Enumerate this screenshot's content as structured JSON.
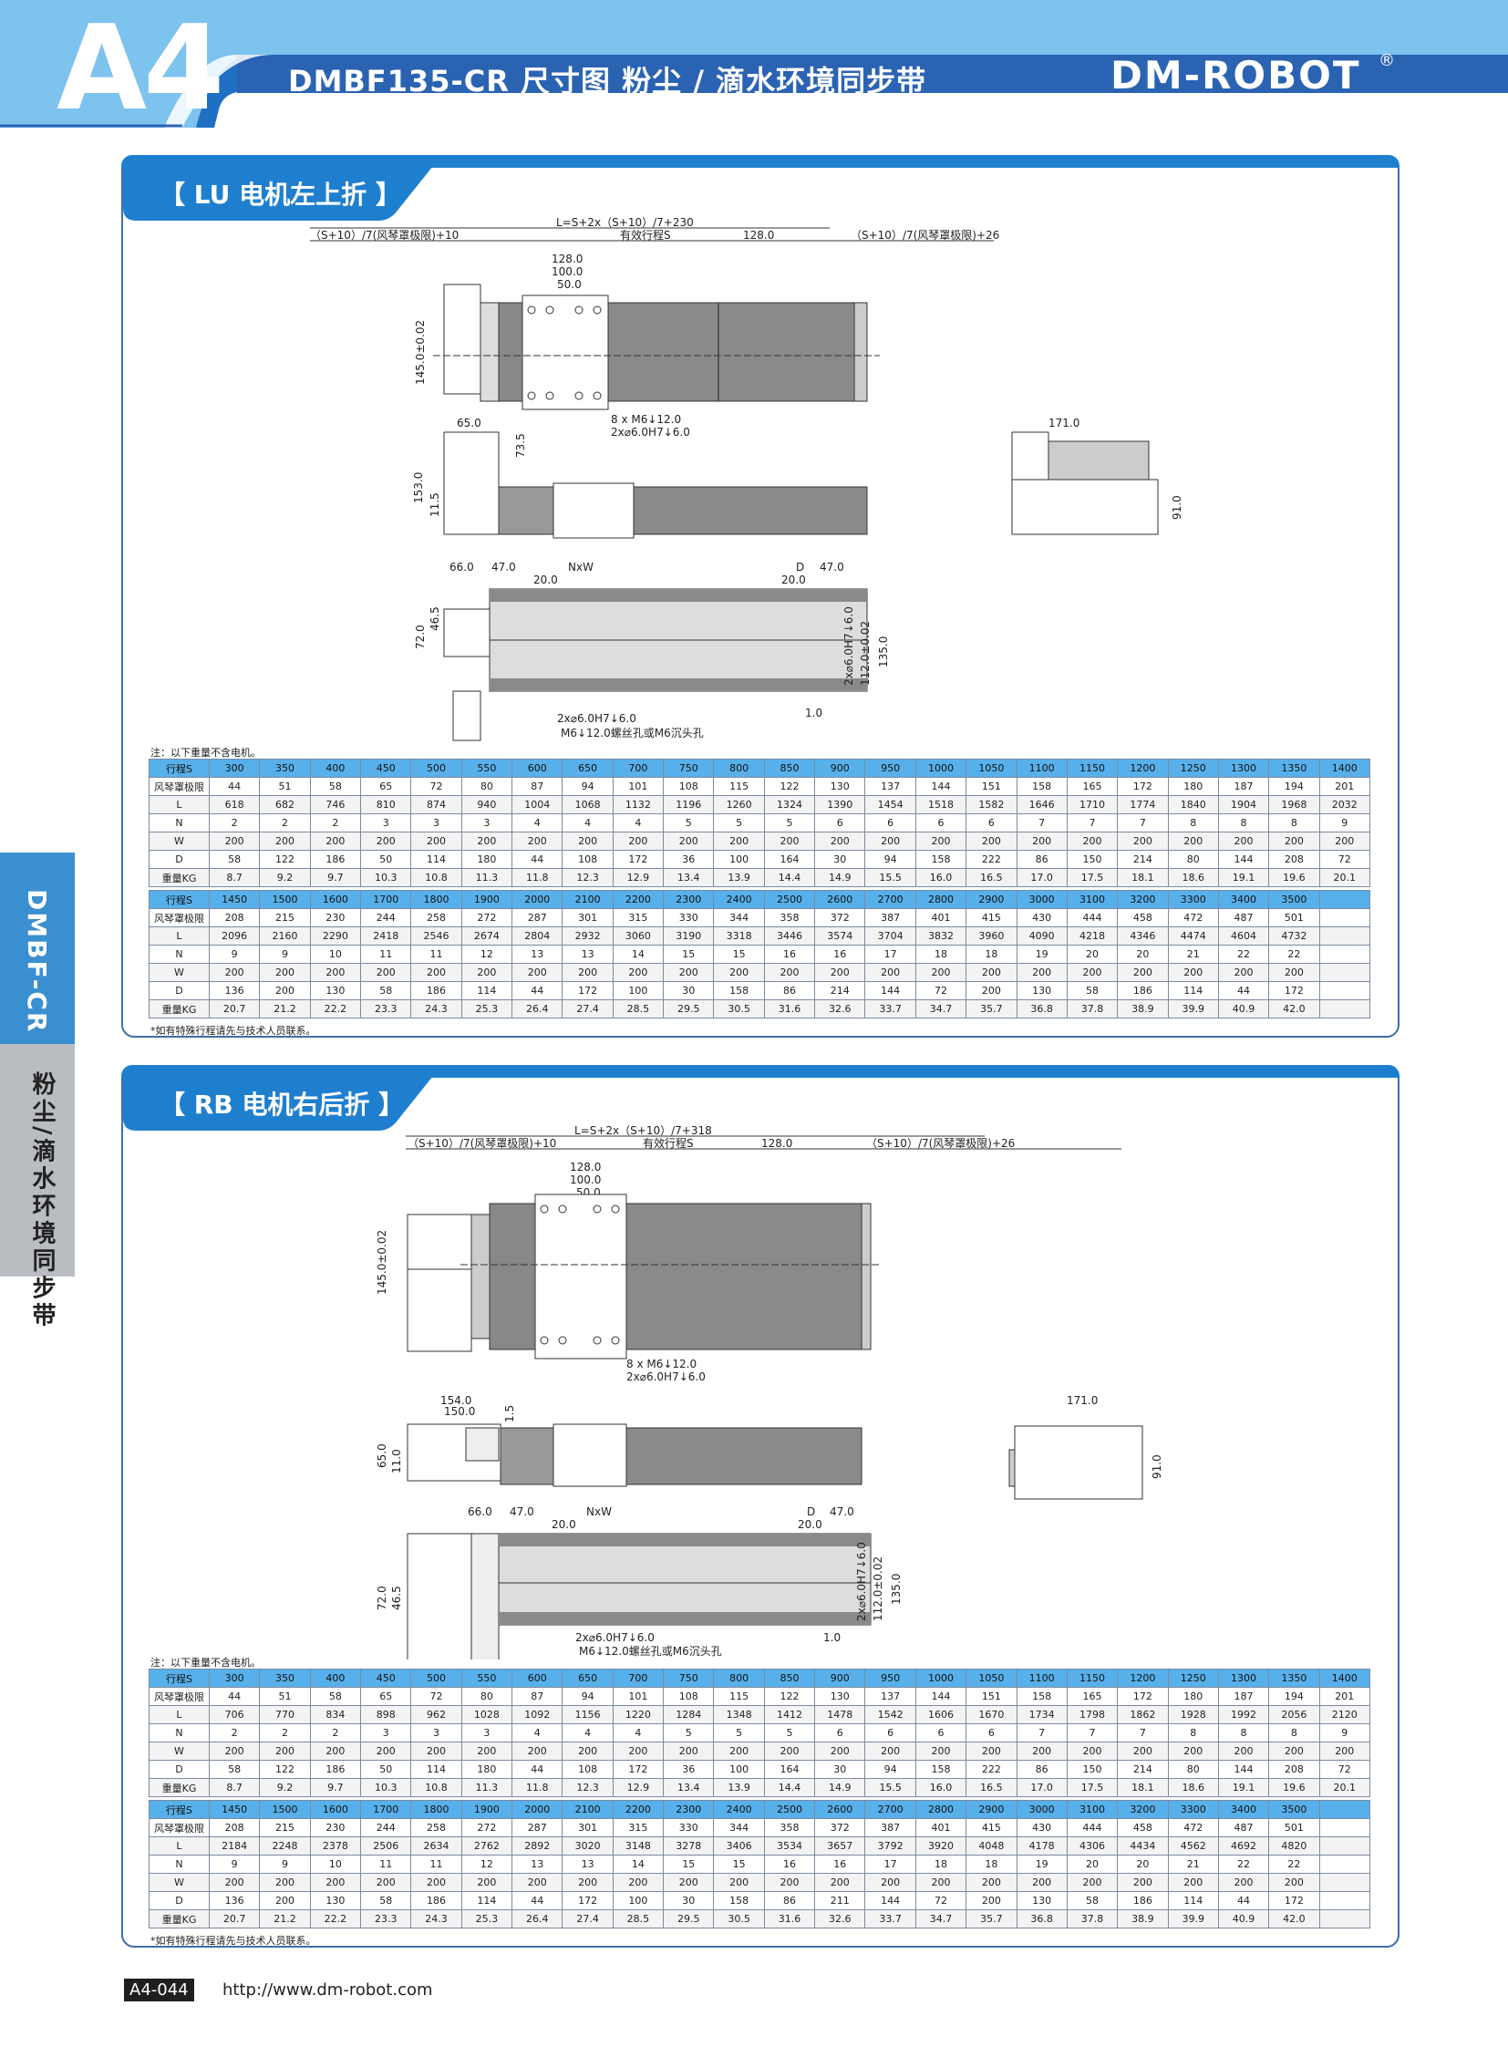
{
  "header": {
    "page_code": "A4",
    "title": "DMBF135-CR 尺寸图 粉尘 / 滴水环境同步带",
    "brand": "DM-ROBOT",
    "brand_mark": "®"
  },
  "side_tab": {
    "code": "DMBF-CR",
    "sub": "粉尘/滴水环境同步带"
  },
  "colors": {
    "light_blue": "#7ec2ee",
    "blue": "#1f7fcf",
    "dark_blue": "#2b63b3",
    "header_cell": "#58b0ea"
  },
  "sections": [
    {
      "id": "lu",
      "tab_label": "【 LU  电机左上折 】",
      "dims": {
        "length_formula": "L=S+2x（S+10）/7+230",
        "left_limit": "（S+10）/7(风琴罩极限)+10",
        "effective_stroke": "有效行程S",
        "right_block": "128.0",
        "right_limit": "（S+10）/7(风琴罩极限)+26",
        "carriage_a": "128.0",
        "carriage_b": "100.0",
        "carriage_c": "50.0",
        "height_main": "145.0±0.02",
        "holes_a": "8 x M6↓12.0",
        "holes_b": "2x⌀6.0H7↓6.0",
        "side_width": "65.0",
        "side_h1": "153.0",
        "side_h2": "73.5",
        "side_h3": "11.5",
        "end_width": "171.0",
        "end_height": "91.0",
        "base_a": "66.0",
        "base_b": "47.0",
        "base_nxw": "NxW",
        "base_d": "D",
        "base_c": "47.0",
        "base_gap": "20.0",
        "base_gap2": "20.0",
        "base_h1": "72.0",
        "base_h2": "46.5",
        "base_r1": "2x⌀6.0H7↓6.0",
        "base_r2": "112.0±0.02",
        "base_r3": "135.0",
        "base_bottom": "1.0",
        "base_hole_a": "2x⌀6.0H7↓6.0",
        "base_hole_b": "M6↓12.0螺丝孔或M6沉头孔"
      },
      "note_top": "注：以下重量不含电机。",
      "note_bottom": "*如有特殊行程请先与技术人员联系。",
      "table1": {
        "rows": [
          {
            "label": "行程S",
            "values": [
              "300",
              "350",
              "400",
              "450",
              "500",
              "550",
              "600",
              "650",
              "700",
              "750",
              "800",
              "850",
              "900",
              "950",
              "1000",
              "1050",
              "1100",
              "1150",
              "1200",
              "1250",
              "1300",
              "1350",
              "1400"
            ]
          },
          {
            "label": "风琴罩极限",
            "values": [
              "44",
              "51",
              "58",
              "65",
              "72",
              "80",
              "87",
              "94",
              "101",
              "108",
              "115",
              "122",
              "130",
              "137",
              "144",
              "151",
              "158",
              "165",
              "172",
              "180",
              "187",
              "194",
              "201"
            ]
          },
          {
            "label": "L",
            "values": [
              "618",
              "682",
              "746",
              "810",
              "874",
              "940",
              "1004",
              "1068",
              "1132",
              "1196",
              "1260",
              "1324",
              "1390",
              "1454",
              "1518",
              "1582",
              "1646",
              "1710",
              "1774",
              "1840",
              "1904",
              "1968",
              "2032"
            ]
          },
          {
            "label": "N",
            "values": [
              "2",
              "2",
              "2",
              "3",
              "3",
              "3",
              "4",
              "4",
              "4",
              "5",
              "5",
              "5",
              "6",
              "6",
              "6",
              "6",
              "7",
              "7",
              "7",
              "8",
              "8",
              "8",
              "9"
            ]
          },
          {
            "label": "W",
            "values": [
              "200",
              "200",
              "200",
              "200",
              "200",
              "200",
              "200",
              "200",
              "200",
              "200",
              "200",
              "200",
              "200",
              "200",
              "200",
              "200",
              "200",
              "200",
              "200",
              "200",
              "200",
              "200",
              "200"
            ]
          },
          {
            "label": "D",
            "values": [
              "58",
              "122",
              "186",
              "50",
              "114",
              "180",
              "44",
              "108",
              "172",
              "36",
              "100",
              "164",
              "30",
              "94",
              "158",
              "222",
              "86",
              "150",
              "214",
              "80",
              "144",
              "208",
              "72"
            ]
          },
          {
            "label": "重量KG",
            "values": [
              "8.7",
              "9.2",
              "9.7",
              "10.3",
              "10.8",
              "11.3",
              "11.8",
              "12.3",
              "12.9",
              "13.4",
              "13.9",
              "14.4",
              "14.9",
              "15.5",
              "16.0",
              "16.5",
              "17.0",
              "17.5",
              "18.1",
              "18.6",
              "19.1",
              "19.6",
              "20.1"
            ]
          }
        ]
      },
      "table2": {
        "rows": [
          {
            "label": "行程S",
            "values": [
              "1450",
              "1500",
              "1600",
              "1700",
              "1800",
              "1900",
              "2000",
              "2100",
              "2200",
              "2300",
              "2400",
              "2500",
              "2600",
              "2700",
              "2800",
              "2900",
              "3000",
              "3100",
              "3200",
              "3300",
              "3400",
              "3500",
              ""
            ]
          },
          {
            "label": "风琴罩极限",
            "values": [
              "208",
              "215",
              "230",
              "244",
              "258",
              "272",
              "287",
              "301",
              "315",
              "330",
              "344",
              "358",
              "372",
              "387",
              "401",
              "415",
              "430",
              "444",
              "458",
              "472",
              "487",
              "501",
              ""
            ]
          },
          {
            "label": "L",
            "values": [
              "2096",
              "2160",
              "2290",
              "2418",
              "2546",
              "2674",
              "2804",
              "2932",
              "3060",
              "3190",
              "3318",
              "3446",
              "3574",
              "3704",
              "3832",
              "3960",
              "4090",
              "4218",
              "4346",
              "4474",
              "4604",
              "4732",
              ""
            ]
          },
          {
            "label": "N",
            "values": [
              "9",
              "9",
              "10",
              "11",
              "11",
              "12",
              "13",
              "13",
              "14",
              "15",
              "15",
              "16",
              "16",
              "17",
              "18",
              "18",
              "19",
              "20",
              "20",
              "21",
              "22",
              "22",
              ""
            ]
          },
          {
            "label": "W",
            "values": [
              "200",
              "200",
              "200",
              "200",
              "200",
              "200",
              "200",
              "200",
              "200",
              "200",
              "200",
              "200",
              "200",
              "200",
              "200",
              "200",
              "200",
              "200",
              "200",
              "200",
              "200",
              "200",
              ""
            ]
          },
          {
            "label": "D",
            "values": [
              "136",
              "200",
              "130",
              "58",
              "186",
              "114",
              "44",
              "172",
              "100",
              "30",
              "158",
              "86",
              "214",
              "144",
              "72",
              "200",
              "130",
              "58",
              "186",
              "114",
              "44",
              "172",
              ""
            ]
          },
          {
            "label": "重量KG",
            "values": [
              "20.7",
              "21.2",
              "22.2",
              "23.3",
              "24.3",
              "25.3",
              "26.4",
              "27.4",
              "28.5",
              "29.5",
              "30.5",
              "31.6",
              "32.6",
              "33.7",
              "34.7",
              "35.7",
              "36.8",
              "37.8",
              "38.9",
              "39.9",
              "40.9",
              "42.0",
              ""
            ]
          }
        ]
      }
    },
    {
      "id": "rb",
      "tab_label": "【 RB  电机右后折 】",
      "dims": {
        "length_formula": "L=S+2x（S+10）/7+318",
        "left_limit": "（S+10）/7(风琴罩极限)+10",
        "effective_stroke": "有效行程S",
        "right_block": "128.0",
        "right_limit": "（S+10）/7(风琴罩极限)+26",
        "carriage_a": "128.0",
        "carriage_b": "100.0",
        "carriage_c": "50.0",
        "height_main": "145.0±0.02",
        "holes_a": "8 x M6↓12.0",
        "holes_b": "2x⌀6.0H7↓6.0",
        "side_w1": "154.0",
        "side_w2": "150.0",
        "side_h1": "65.0",
        "side_h2": "11.0",
        "side_h3": "1.5",
        "end_width": "171.0",
        "end_height": "91.0",
        "base_a": "66.0",
        "base_b": "47.0",
        "base_nxw": "NxW",
        "base_d": "D",
        "base_c": "47.0",
        "base_gap": "20.0",
        "base_gap2": "20.0",
        "base_h1": "72.0",
        "base_h2": "46.5",
        "base_r1": "2x⌀6.0H7↓6.0",
        "base_r2": "112.0±0.02",
        "base_r3": "135.0",
        "base_bottom": "1.0",
        "base_hole_a": "2x⌀6.0H7↓6.0",
        "base_hole_b": "M6↓12.0螺丝孔或M6沉头孔"
      },
      "note_top": "注：以下重量不含电机。",
      "note_bottom": "*如有特殊行程请先与技术人员联系。",
      "table1": {
        "rows": [
          {
            "label": "行程S",
            "values": [
              "300",
              "350",
              "400",
              "450",
              "500",
              "550",
              "600",
              "650",
              "700",
              "750",
              "800",
              "850",
              "900",
              "950",
              "1000",
              "1050",
              "1100",
              "1150",
              "1200",
              "1250",
              "1300",
              "1350",
              "1400"
            ]
          },
          {
            "label": "风琴罩极限",
            "values": [
              "44",
              "51",
              "58",
              "65",
              "72",
              "80",
              "87",
              "94",
              "101",
              "108",
              "115",
              "122",
              "130",
              "137",
              "144",
              "151",
              "158",
              "165",
              "172",
              "180",
              "187",
              "194",
              "201"
            ]
          },
          {
            "label": "L",
            "values": [
              "706",
              "770",
              "834",
              "898",
              "962",
              "1028",
              "1092",
              "1156",
              "1220",
              "1284",
              "1348",
              "1412",
              "1478",
              "1542",
              "1606",
              "1670",
              "1734",
              "1798",
              "1862",
              "1928",
              "1992",
              "2056",
              "2120"
            ]
          },
          {
            "label": "N",
            "values": [
              "2",
              "2",
              "2",
              "3",
              "3",
              "3",
              "4",
              "4",
              "4",
              "5",
              "5",
              "5",
              "6",
              "6",
              "6",
              "6",
              "7",
              "7",
              "7",
              "8",
              "8",
              "8",
              "9"
            ]
          },
          {
            "label": "W",
            "values": [
              "200",
              "200",
              "200",
              "200",
              "200",
              "200",
              "200",
              "200",
              "200",
              "200",
              "200",
              "200",
              "200",
              "200",
              "200",
              "200",
              "200",
              "200",
              "200",
              "200",
              "200",
              "200",
              "200"
            ]
          },
          {
            "label": "D",
            "values": [
              "58",
              "122",
              "186",
              "50",
              "114",
              "180",
              "44",
              "108",
              "172",
              "36",
              "100",
              "164",
              "30",
              "94",
              "158",
              "222",
              "86",
              "150",
              "214",
              "80",
              "144",
              "208",
              "72"
            ]
          },
          {
            "label": "重量KG",
            "values": [
              "8.7",
              "9.2",
              "9.7",
              "10.3",
              "10.8",
              "11.3",
              "11.8",
              "12.3",
              "12.9",
              "13.4",
              "13.9",
              "14.4",
              "14.9",
              "15.5",
              "16.0",
              "16.5",
              "17.0",
              "17.5",
              "18.1",
              "18.6",
              "19.1",
              "19.6",
              "20.1"
            ]
          }
        ]
      },
      "table2": {
        "rows": [
          {
            "label": "行程S",
            "values": [
              "1450",
              "1500",
              "1600",
              "1700",
              "1800",
              "1900",
              "2000",
              "2100",
              "2200",
              "2300",
              "2400",
              "2500",
              "2600",
              "2700",
              "2800",
              "2900",
              "3000",
              "3100",
              "3200",
              "3300",
              "3400",
              "3500",
              ""
            ]
          },
          {
            "label": "风琴罩极限",
            "values": [
              "208",
              "215",
              "230",
              "244",
              "258",
              "272",
              "287",
              "301",
              "315",
              "330",
              "344",
              "358",
              "372",
              "387",
              "401",
              "415",
              "430",
              "444",
              "458",
              "472",
              "487",
              "501",
              ""
            ]
          },
          {
            "label": "L",
            "values": [
              "2184",
              "2248",
              "2378",
              "2506",
              "2634",
              "2762",
              "2892",
              "3020",
              "3148",
              "3278",
              "3406",
              "3534",
              "3657",
              "3792",
              "3920",
              "4048",
              "4178",
              "4306",
              "4434",
              "4562",
              "4692",
              "4820",
              ""
            ]
          },
          {
            "label": "N",
            "values": [
              "9",
              "9",
              "10",
              "11",
              "11",
              "12",
              "13",
              "13",
              "14",
              "15",
              "15",
              "16",
              "16",
              "17",
              "18",
              "18",
              "19",
              "20",
              "20",
              "21",
              "22",
              "22",
              ""
            ]
          },
          {
            "label": "W",
            "values": [
              "200",
              "200",
              "200",
              "200",
              "200",
              "200",
              "200",
              "200",
              "200",
              "200",
              "200",
              "200",
              "200",
              "200",
              "200",
              "200",
              "200",
              "200",
              "200",
              "200",
              "200",
              "200",
              ""
            ]
          },
          {
            "label": "D",
            "values": [
              "136",
              "200",
              "130",
              "58",
              "186",
              "114",
              "44",
              "172",
              "100",
              "30",
              "158",
              "86",
              "211",
              "144",
              "72",
              "200",
              "130",
              "58",
              "186",
              "114",
              "44",
              "172",
              ""
            ]
          },
          {
            "label": "重量KG",
            "values": [
              "20.7",
              "21.2",
              "22.2",
              "23.3",
              "24.3",
              "25.3",
              "26.4",
              "27.4",
              "28.5",
              "29.5",
              "30.5",
              "31.6",
              "32.6",
              "33.7",
              "34.7",
              "35.7",
              "36.8",
              "37.8",
              "38.9",
              "39.9",
              "40.9",
              "42.0",
              ""
            ]
          }
        ]
      }
    }
  ],
  "footer": {
    "page_number": "A4-044",
    "url": "http://www.dm-robot.com"
  }
}
